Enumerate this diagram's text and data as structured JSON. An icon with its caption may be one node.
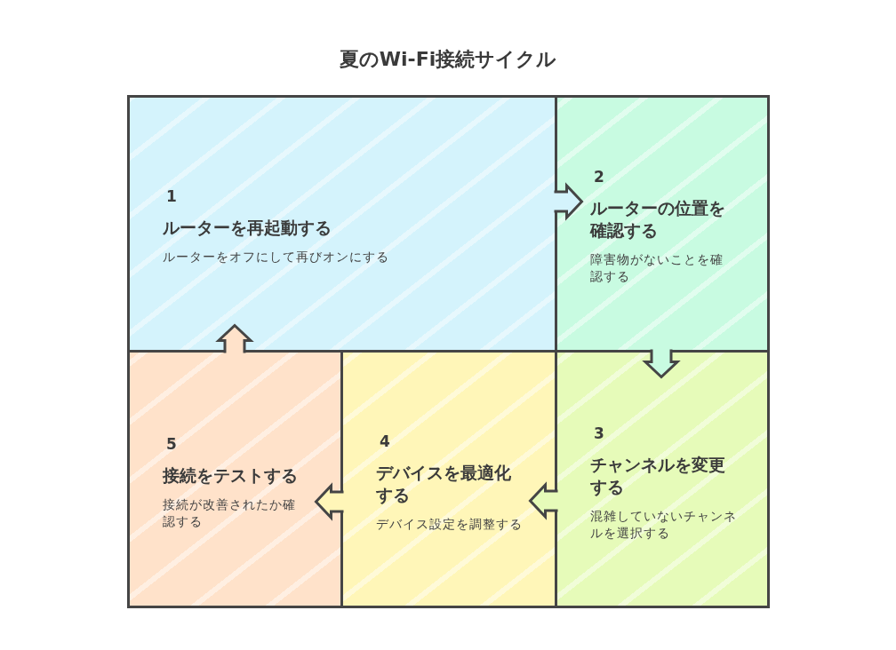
{
  "diagram": {
    "title": "夏のWi-Fi接続サイクル",
    "nodes": [
      {
        "text": [
          "1",
          "ルーターを再起動する",
          "ルーターをオフにして再びオンにする"
        ]
      },
      {
        "text": [
          "2",
          "ルーターの位置を確認する",
          "障害物がないことを確認する"
        ]
      },
      {
        "text": [
          "3",
          "チャンネルを変更する",
          "混雑していないチャンネルを選択する"
        ]
      },
      {
        "text": [
          "4",
          "デバイスを最適化する",
          "デバイス設定を調整する"
        ]
      },
      {
        "text": [
          "5",
          "接続をテストする",
          "接続が改善されたか確認する"
        ]
      }
    ],
    "edges": [
      {
        "from": 0,
        "to": 1,
        "arrow": "to"
      },
      {
        "from": 1,
        "to": 2,
        "arrow": "to"
      },
      {
        "from": 2,
        "to": 3,
        "arrow": "to"
      },
      {
        "from": 3,
        "to": 4,
        "arrow": "to"
      },
      {
        "from": 4,
        "to": 0,
        "arrow": "to"
      }
    ]
  }
}
